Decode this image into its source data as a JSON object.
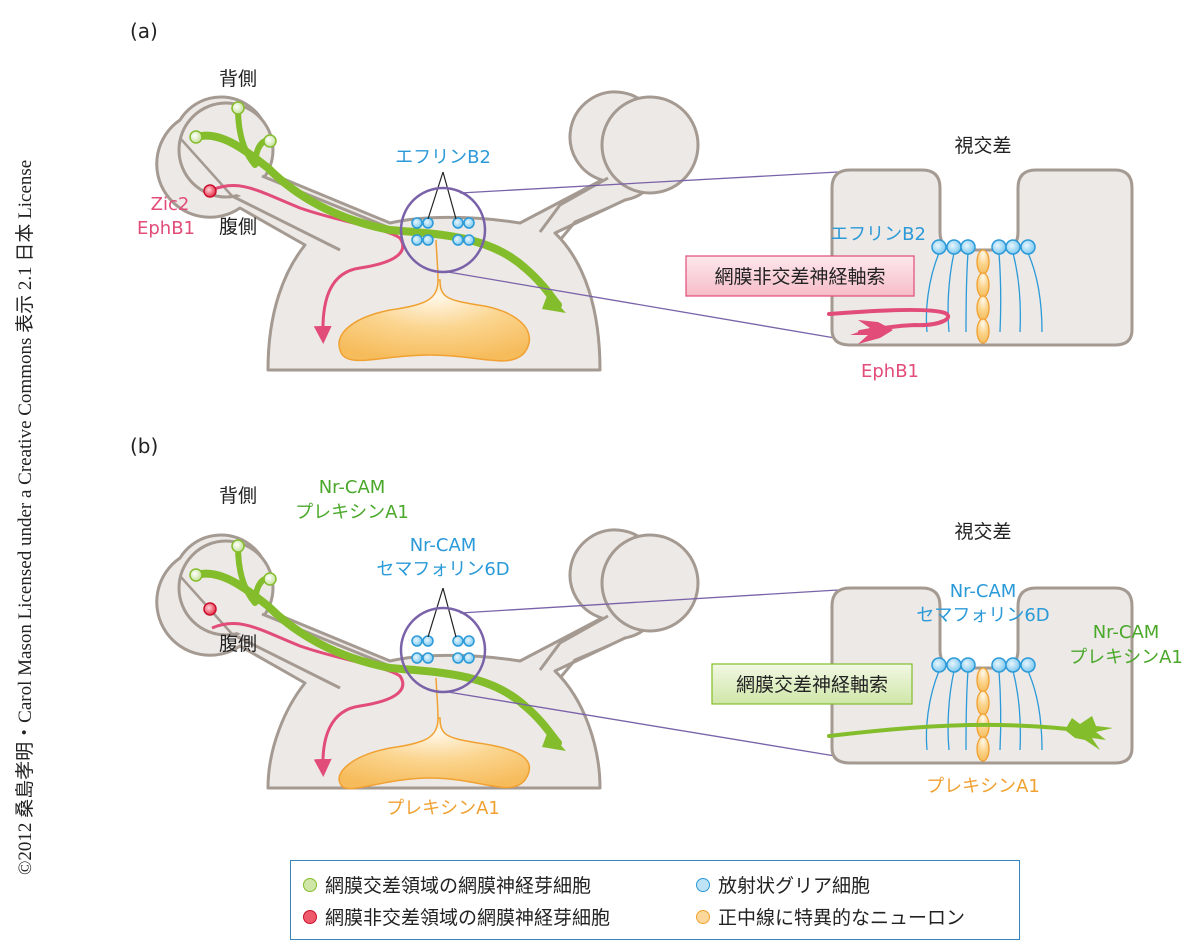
{
  "copyright": "©2012 桑島孝明・Carol Mason Licensed under a Creative Commons 表示 2.1 日本 License",
  "colors": {
    "tissue_fill": "#ece9e6",
    "tissue_stroke": "#a59a92",
    "green_axon": "#84bd2b",
    "pink_axon": "#e24c78",
    "glia_blue": "#2b9ad8",
    "neuron_orange": "#f0a132",
    "connector_purple": "#7a62a9",
    "legend_border": "#3a82b8"
  },
  "panel_a": {
    "label": "(a)",
    "dorsal": "背側",
    "ventral": "腹側",
    "retina_markers": "Zic2\nEphB1",
    "retina_marker_lines": [
      "Zic2",
      "EphB1"
    ],
    "midline_label": "エフリンB2",
    "chiasm_title": "視交差",
    "inset_glia_label": "エフリンB2",
    "axon_box": "網膜非交差神経軸索",
    "growth_cone_label": "EphB1"
  },
  "panel_b": {
    "label": "(b)",
    "dorsal": "背側",
    "ventral": "腹側",
    "axon_markers": [
      "Nr-CAM",
      "プレキシンA1"
    ],
    "midline_markers": [
      "Nr-CAM",
      "セマフォリン6D"
    ],
    "bottom_label": "プレキシンA1",
    "chiasm_title": "視交差",
    "inset_glia_markers": [
      "Nr-CAM",
      "セマフォリン6D"
    ],
    "axon_box": "網膜交差神経軸索",
    "growth_cone_markers": [
      "Nr-CAM",
      "プレキシンA1"
    ],
    "inset_bottom_label": "プレキシンA1"
  },
  "legend": {
    "items": [
      {
        "label": "網膜交差領域の網膜神経芽細胞",
        "icon": "green-circle",
        "color": "#cfe6a8",
        "border": "#84bd2b"
      },
      {
        "label": "網膜非交差領域の網膜神経芽細胞",
        "icon": "red-circle",
        "color": "#ef5a6b",
        "border": "#c8102e"
      },
      {
        "label": "放射状グリア細胞",
        "icon": "blue-circle",
        "color": "#bfe3f6",
        "border": "#2b9ad8"
      },
      {
        "label": "正中線に特異的なニューロン",
        "icon": "orange-circle",
        "color": "#fbd89a",
        "border": "#f0a132"
      }
    ]
  }
}
